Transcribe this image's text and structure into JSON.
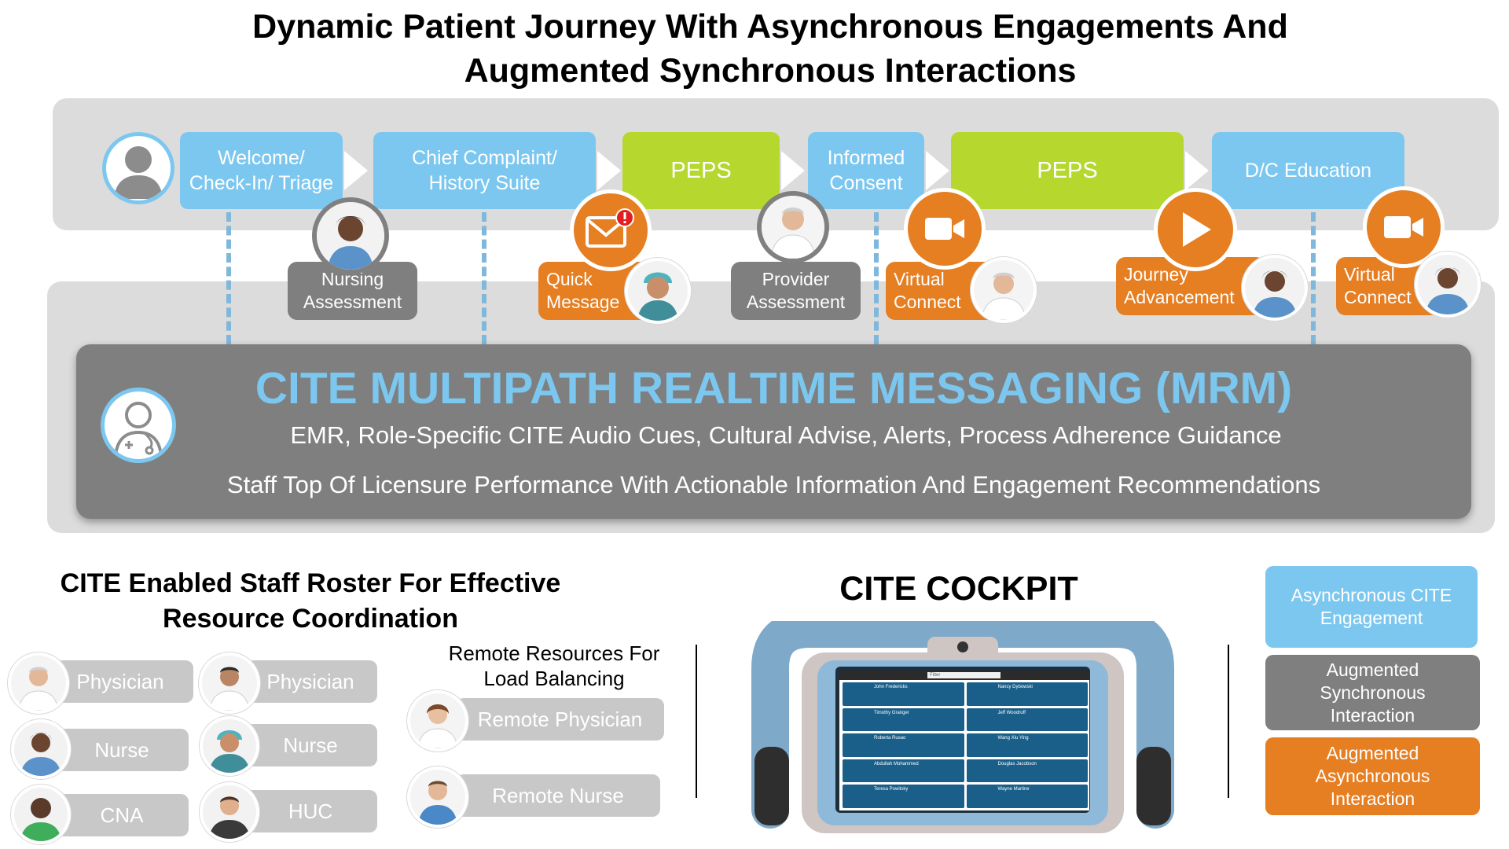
{
  "title": {
    "line1": "Dynamic Patient Journey With Asynchronous Engagements And",
    "line2": "Augmented Synchronous Interactions"
  },
  "journey": {
    "steps": [
      {
        "line1": "Welcome/",
        "line2": "Check-In/ Triage"
      },
      {
        "line1": "Chief Complaint/",
        "line2": "History Suite"
      },
      {
        "line1": "PEPS",
        "line2": ""
      },
      {
        "line1": "Informed",
        "line2": "Consent"
      },
      {
        "line1": "PEPS",
        "line2": ""
      },
      {
        "line1": "D/C Education",
        "line2": ""
      }
    ],
    "interactions": [
      {
        "line1": "Nursing",
        "line2": "Assessment",
        "kind": "synchronous"
      },
      {
        "line1": "Quick",
        "line2": "Message",
        "kind": "asynchronous",
        "icon": "envelope-alert-icon"
      },
      {
        "line1": "Provider",
        "line2": "Assessment",
        "kind": "synchronous"
      },
      {
        "line1": "Virtual",
        "line2": "Connect",
        "kind": "asynchronous",
        "icon": "video-camera-icon"
      },
      {
        "line1": "Journey",
        "line2": "Advancement",
        "kind": "asynchronous",
        "icon": "play-icon"
      },
      {
        "line1": "Virtual",
        "line2": "Connect",
        "kind": "asynchronous",
        "icon": "video-camera-icon"
      }
    ]
  },
  "mrm": {
    "heading": "CITE MULTIPATH REALTIME MESSAGING (MRM)",
    "line1": "EMR, Role-Specific CITE Audio Cues, Cultural Advise, Alerts, Process Adherence Guidance",
    "line2": "Staff Top Of Licensure Performance With Actionable Information And Engagement Recommendations"
  },
  "roster": {
    "title_line1": "CITE Enabled Staff Roster For Effective",
    "title_line2": "Resource Coordination",
    "staff": [
      "Physician",
      "Physician",
      "Nurse",
      "Nurse",
      "CNA",
      "HUC"
    ],
    "remote_title_line1": "Remote Resources For",
    "remote_title_line2": "Load Balancing",
    "remote": [
      "Remote Physician",
      "Remote Nurse"
    ]
  },
  "cockpit": {
    "title": "CITE COCKPIT",
    "search_placeholder": "Filter",
    "patients": [
      "John Fredericks",
      "Nancy Dybowski",
      "Timothy Granger",
      "Jeff Woodruff",
      "Roberta Rusao",
      "Wang Xiu Ying",
      "Abdullah Mohammed",
      "Douglas Jacobson",
      "Teresa Powitsky",
      "Wayne Martine"
    ]
  },
  "legend": [
    {
      "line1": "Asynchronous CITE",
      "line2": "Engagement",
      "line3": "",
      "color": "#7cc7ef"
    },
    {
      "line1": "Augmented",
      "line2": "Synchronous",
      "line3": "Interaction",
      "color": "#7f7f7f"
    },
    {
      "line1": "Augmented",
      "line2": "Asynchronous",
      "line3": "Interaction",
      "color": "#e67e22"
    }
  ],
  "colors": {
    "blue": "#7cc7ef",
    "green": "#b6d82e",
    "grey": "#7f7f7f",
    "orange": "#e67e22",
    "mrm_heading": "#7cc7ef"
  }
}
